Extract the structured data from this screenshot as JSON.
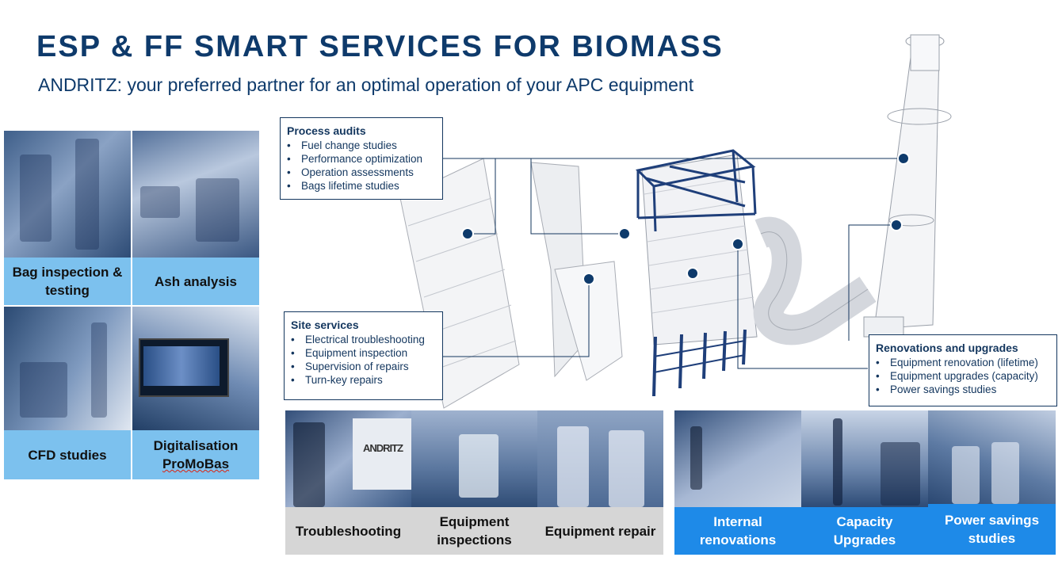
{
  "header": {
    "title": "ESP & FF SMART SERVICES FOR BIOMASS",
    "subtitle": "ANDRITZ: your preferred partner for an optimal operation of your APC equipment"
  },
  "lab_grid": [
    {
      "label_line1": "Bag inspection &",
      "label_line2": "testing"
    },
    {
      "label_line1": "Ash analysis",
      "label_line2": ""
    },
    {
      "label_line1": "CFD studies",
      "label_line2": ""
    },
    {
      "label_line1": "Digitalisation",
      "label_line2": "ProMoBas"
    }
  ],
  "callouts": {
    "process_audits": {
      "title": "Process audits",
      "items": [
        "Fuel change studies",
        "Performance optimization",
        "Operation assessments",
        "Bags lifetime studies"
      ]
    },
    "site_services": {
      "title": "Site services",
      "items": [
        "Electrical troubleshooting",
        "Equipment inspection",
        "Supervision of repairs",
        "Turn-key repairs"
      ]
    },
    "renovations": {
      "title": "Renovations and upgrades",
      "items": [
        "Equipment renovation (lifetime)",
        "Equipment upgrades (capacity)",
        "Power savings studies"
      ]
    }
  },
  "field_strip": [
    {
      "label_line1": "Troubleshooting",
      "label_line2": ""
    },
    {
      "label_line1": "Equipment",
      "label_line2": "inspections"
    },
    {
      "label_line1": "Equipment repair",
      "label_line2": ""
    }
  ],
  "upgrade_strip": [
    {
      "label_line1": "Internal",
      "label_line2": "renovations"
    },
    {
      "label_line1": "Capacity",
      "label_line2": "Upgrades"
    },
    {
      "label_line1": "Power savings",
      "label_line2": "studies"
    }
  ],
  "photo_text": {
    "andritz_sign": "ANDRITZ"
  },
  "colors": {
    "title": "#0e3a6b",
    "caption_light_blue": "#7cc1ee",
    "caption_blue": "#1e8ae8",
    "caption_grey": "#d6d6d6",
    "plant_structure": "#1f3f7a"
  }
}
